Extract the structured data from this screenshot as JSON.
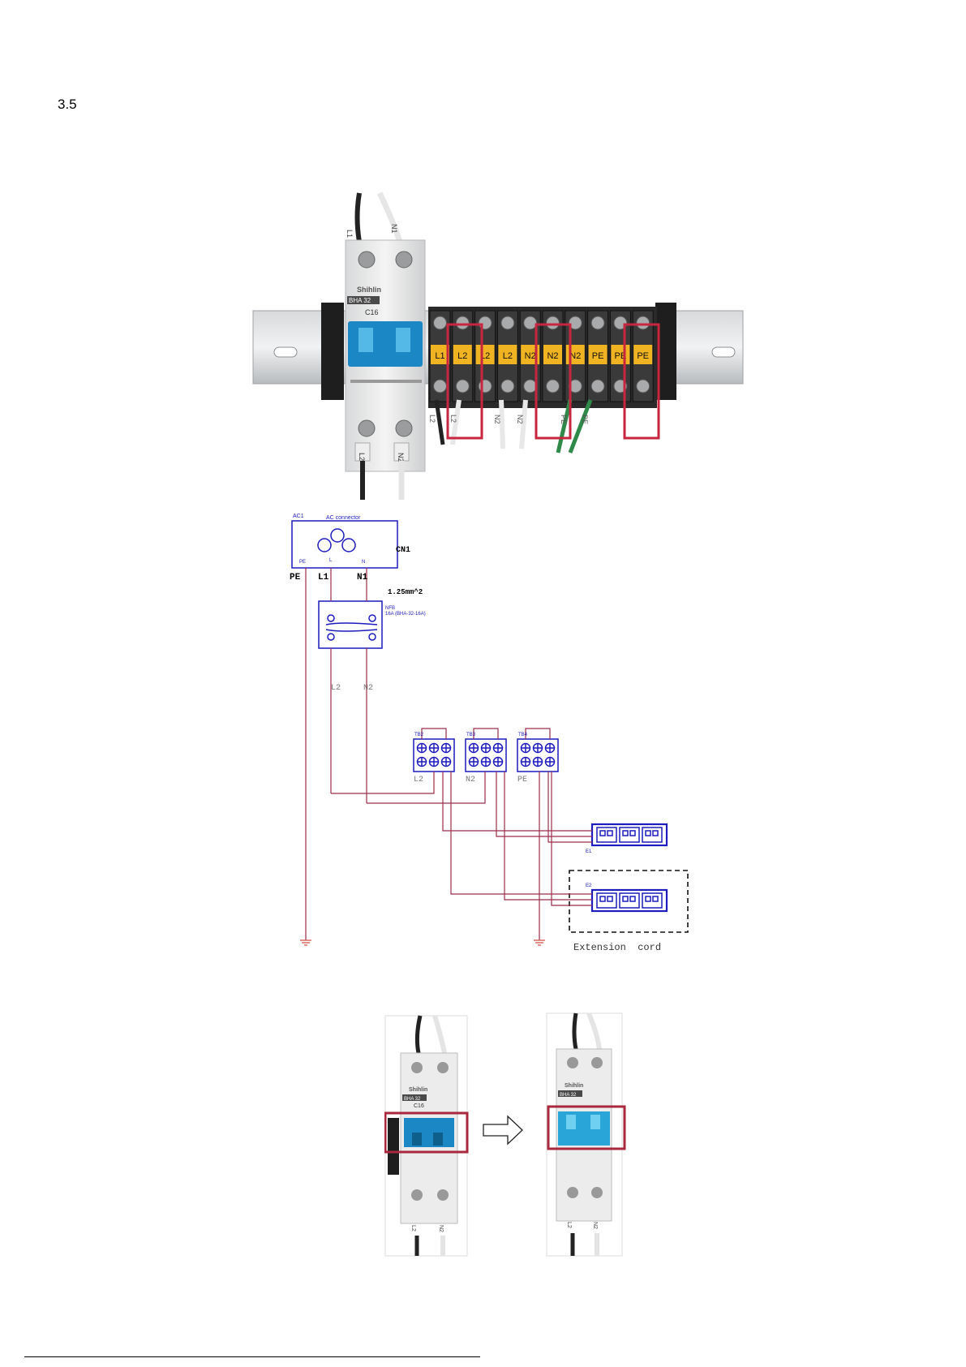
{
  "page": {
    "section_number": "3.5"
  },
  "photo_terminal": {
    "breaker_brand": "Shihlin",
    "breaker_model": "BHA 32",
    "breaker_rating": "C16",
    "top_wire_labels": [
      "L1",
      "N1"
    ],
    "bottom_wire_labels": [
      "L2",
      "N2"
    ],
    "terminal_labels": [
      "L1",
      "L2",
      "L2",
      "L2",
      "N2",
      "N2",
      "N2",
      "PE",
      "PE",
      "PE"
    ],
    "lower_wire_labels": [
      "L2",
      "L2",
      "N2",
      "N2",
      "PE",
      "PE"
    ],
    "highlight_color": "#c8253f"
  },
  "schematic": {
    "ac_ref": "AC1",
    "ac_title": "AC connector",
    "ac_pins": [
      "PE",
      "L",
      "N"
    ],
    "cn_ref": "CN1",
    "line_labels": [
      "PE",
      "L1",
      "N1"
    ],
    "wire_spec": "1.25mm^2",
    "nfb_ref": "NFB",
    "nfb_rating": "16A (BHA-32-16A)",
    "mid_labels": [
      "L2",
      "N2"
    ],
    "terminal_blocks": [
      {
        "ref": "TB2",
        "label": "L2"
      },
      {
        "ref": "TB3",
        "label": "N2"
      },
      {
        "ref": "TB4",
        "label": "PE"
      }
    ],
    "outlet_refs": [
      "E1",
      "E2"
    ],
    "extension_label": "Extension  cord",
    "wire_color": "#9b2d4a",
    "symbol_color": "#1c1cbf"
  },
  "switch_comparison": {
    "brand": "Shihlin",
    "model": "BHA 32",
    "rating": "C16",
    "bottom_labels": [
      "L2",
      "N2"
    ]
  }
}
